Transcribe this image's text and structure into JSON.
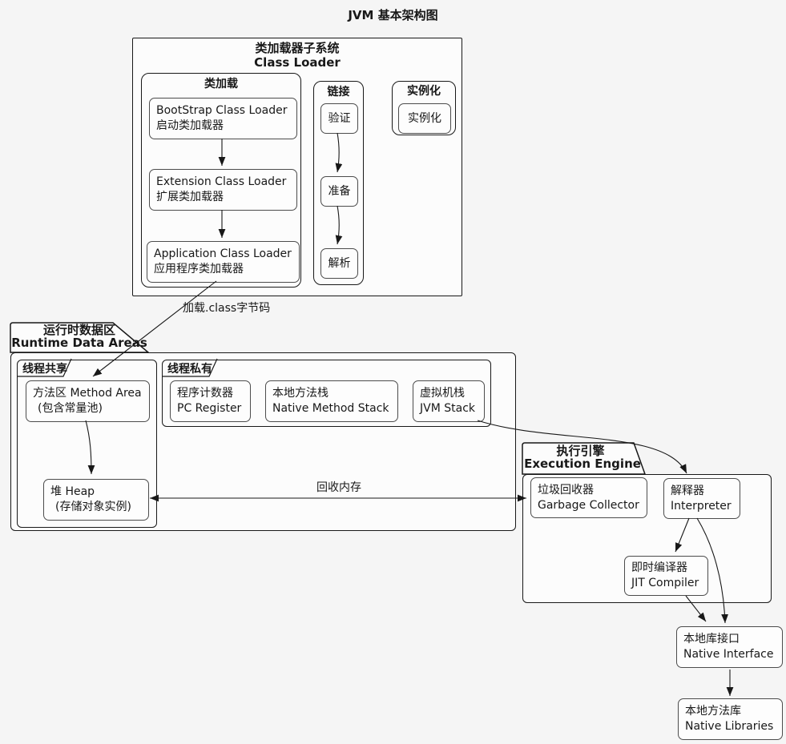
{
  "title": "JVM 基本架构图",
  "colors": {
    "background": "#f5f5f5",
    "box_fill": "#fcfcfc",
    "node_fill": "#fdfdfd",
    "border": "#181818",
    "node_border": "#4c4c4c"
  },
  "class_loader": {
    "title_zh": "类加载器子系统",
    "title_en": "Class Loader",
    "load": {
      "title": "类加载",
      "nodes": [
        {
          "en": "BootStrap Class Loader",
          "zh": "启动类加载器"
        },
        {
          "en": "Extension Class Loader",
          "zh": "扩展类加载器"
        },
        {
          "en": "Application Class Loader",
          "zh": "应用程序类加载器"
        }
      ]
    },
    "link": {
      "title": "链接",
      "steps": [
        "验证",
        "准备",
        "解析"
      ]
    },
    "instantiate": {
      "title": "实例化",
      "node": "实例化"
    }
  },
  "runtime": {
    "title_zh": "运行时数据区",
    "title_en": "Runtime Data Areas",
    "shared": {
      "title": "线程共享",
      "method_area": {
        "line1": "方法区 Method Area",
        "line2": "(包含常量池)"
      },
      "heap": {
        "line1": "堆 Heap",
        "line2": "(存储对象实例)"
      }
    },
    "private": {
      "title": "线程私有",
      "nodes": [
        {
          "zh": "程序计数器",
          "en": "PC Register"
        },
        {
          "zh": "本地方法栈",
          "en": "Native Method Stack"
        },
        {
          "zh": "虚拟机栈",
          "en": "JVM Stack"
        }
      ]
    }
  },
  "engine": {
    "title_zh": "执行引擎",
    "title_en": "Execution Engine",
    "gc": {
      "zh": "垃圾回收器",
      "en": "Garbage Collector"
    },
    "interpreter": {
      "zh": "解释器",
      "en": "Interpreter"
    },
    "jit": {
      "zh": "即时编译器",
      "en": "JIT Compiler"
    }
  },
  "native_interface": {
    "zh": "本地库接口",
    "en": "Native Interface"
  },
  "native_libraries": {
    "zh": "本地方法库",
    "en": "Native Libraries"
  },
  "edges": {
    "load_class": "加载.class字节码",
    "gc_memory": "回收内存"
  }
}
